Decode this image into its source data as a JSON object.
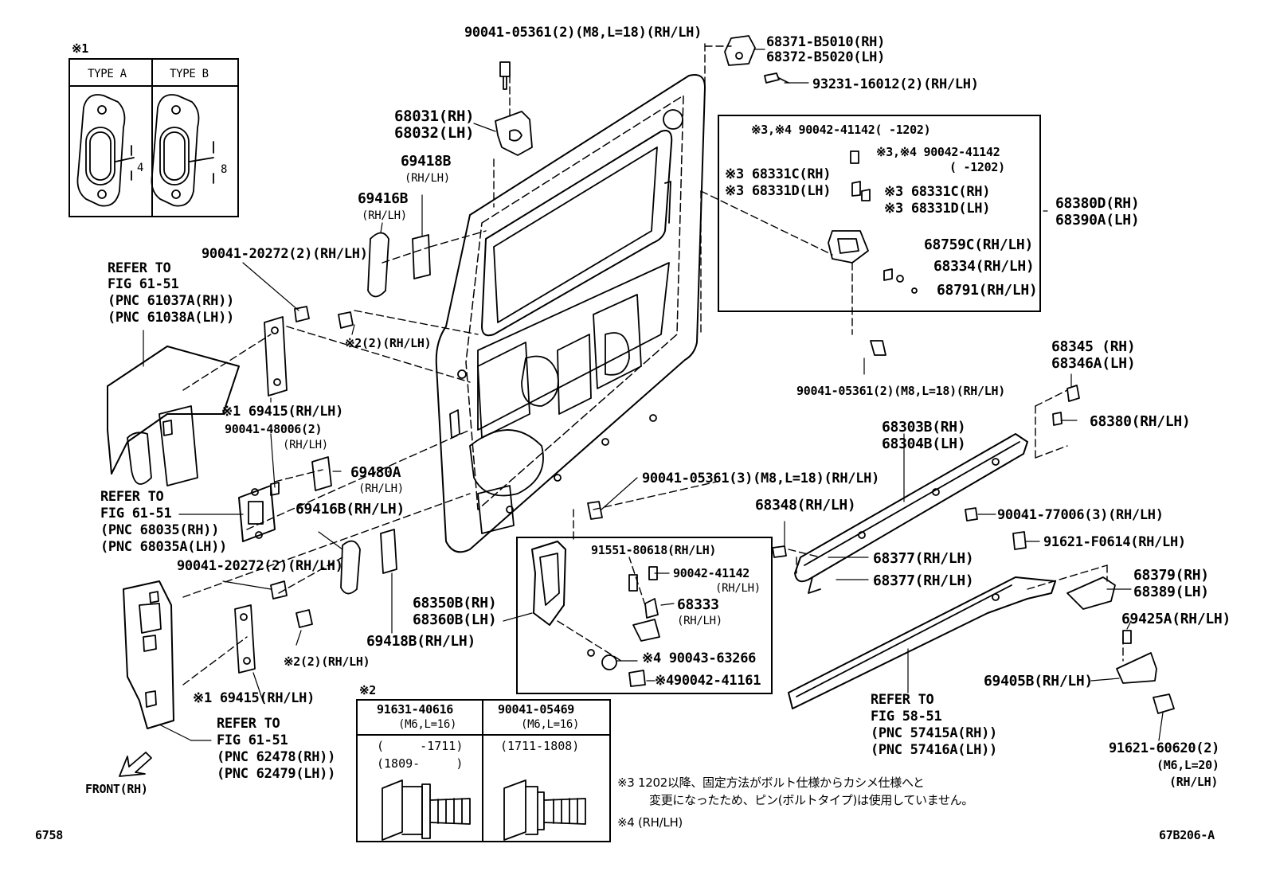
{
  "note1": {
    "mark": "※1",
    "type_a": "TYPE A",
    "type_b": "TYPE B",
    "dim_a": "4",
    "dim_b": "8"
  },
  "note2": {
    "mark": "※2",
    "col1_head1": "91631-40616",
    "col1_head2": "(M6,L=16)",
    "col1_row1": "(     -1711)",
    "col1_row2": "(1809-     )",
    "col2_head1": "90041-05469",
    "col2_head2": "(M6,L=16)",
    "col2_row1": "(1711-1808)"
  },
  "notes_text": {
    "n3_line1": "※3 1202以降、固定方法がボルト仕様からカシメ仕様へと",
    "n3_line2": "変更になったため、ピン(ボルトタイプ)は使用していません。",
    "n4": "※4 (RH/LH)"
  },
  "labels": [
    {
      "id": "l1",
      "text": "90041-05361(2)(M8,L=18)(RH/LH)"
    },
    {
      "id": "l2a",
      "text": "68371-B5010(RH)"
    },
    {
      "id": "l2b",
      "text": "68372-B5020(LH)"
    },
    {
      "id": "l3",
      "text": "93231-16012(2)(RH/LH)"
    },
    {
      "id": "l4a",
      "text": "68031(RH)"
    },
    {
      "id": "l4b",
      "text": "68032(LH)"
    },
    {
      "id": "l5a",
      "text": "69418B"
    },
    {
      "id": "l5b",
      "text": "(RH/LH)"
    },
    {
      "id": "l6a",
      "text": "69416B"
    },
    {
      "id": "l6b",
      "text": "(RH/LH)"
    },
    {
      "id": "l7",
      "text": "※3,※4 90042-41142(      -1202)"
    },
    {
      "id": "l8a",
      "text": "※3,※4 90042-41142"
    },
    {
      "id": "l8b",
      "text": "(      -1202)"
    },
    {
      "id": "l9a",
      "text": "※3 68331C(RH)"
    },
    {
      "id": "l9b",
      "text": "※3 68331D(LH)"
    },
    {
      "id": "l10a",
      "text": "※3 68331C(RH)"
    },
    {
      "id": "l10b",
      "text": "※3 68331D(LH)"
    },
    {
      "id": "l11a",
      "text": "68380D(RH)"
    },
    {
      "id": "l11b",
      "text": "68390A(LH)"
    },
    {
      "id": "l12",
      "text": "68759C(RH/LH)"
    },
    {
      "id": "l13",
      "text": "68334(RH/LH)"
    },
    {
      "id": "l14",
      "text": "68791(RH/LH)"
    },
    {
      "id": "l15",
      "text": "90041-20272(2)(RH/LH)"
    },
    {
      "id": "l16a",
      "text": "REFER TO"
    },
    {
      "id": "l16b",
      "text": "FIG 61-51"
    },
    {
      "id": "l16c",
      "text": "(PNC 61037A(RH))"
    },
    {
      "id": "l16d",
      "text": "(PNC 61038A(LH))"
    },
    {
      "id": "l17",
      "text": "※2(2)(RH/LH)"
    },
    {
      "id": "l18",
      "text": "90041-05361(2)(M8,L=18)(RH/LH)"
    },
    {
      "id": "l19a",
      "text": "68345 (RH)"
    },
    {
      "id": "l19b",
      "text": "68346A(LH)"
    },
    {
      "id": "l20",
      "text": "※1 69415(RH/LH)"
    },
    {
      "id": "l21a",
      "text": "90041-48006(2)"
    },
    {
      "id": "l21b",
      "text": "(RH/LH)"
    },
    {
      "id": "l22a",
      "text": "68303B(RH)"
    },
    {
      "id": "l22b",
      "text": "68304B(LH)"
    },
    {
      "id": "l23",
      "text": "68380(RH/LH)"
    },
    {
      "id": "l24a",
      "text": "69480A"
    },
    {
      "id": "l24b",
      "text": "(RH/LH)"
    },
    {
      "id": "l25",
      "text": "90041-05361(3)(M8,L=18)(RH/LH)"
    },
    {
      "id": "l26a",
      "text": "REFER TO"
    },
    {
      "id": "l26b",
      "text": "FIG 61-51"
    },
    {
      "id": "l26c",
      "text": "(PNC 68035(RH))"
    },
    {
      "id": "l26d",
      "text": "(PNC 68035A(LH))"
    },
    {
      "id": "l27",
      "text": "69416B(RH/LH)"
    },
    {
      "id": "l28",
      "text": "68348(RH/LH)"
    },
    {
      "id": "l29",
      "text": "90041-77006(3)(RH/LH)"
    },
    {
      "id": "l30",
      "text": "91551-80618(RH/LH)"
    },
    {
      "id": "l31",
      "text": "91621-F0614(RH/LH)"
    },
    {
      "id": "l32a",
      "text": "90042-41142"
    },
    {
      "id": "l32b",
      "text": "(RH/LH)"
    },
    {
      "id": "l33",
      "text": "68377(RH/LH)"
    },
    {
      "id": "l34",
      "text": "68377(RH/LH)"
    },
    {
      "id": "l35",
      "text": "90041-20272(2)(RH/LH)"
    },
    {
      "id": "l36a",
      "text": "68333"
    },
    {
      "id": "l36b",
      "text": "(RH/LH)"
    },
    {
      "id": "l37a",
      "text": "68379(RH)"
    },
    {
      "id": "l37b",
      "text": "68389(LH)"
    },
    {
      "id": "l38a",
      "text": "68350B(RH)"
    },
    {
      "id": "l38b",
      "text": "68360B(LH)"
    },
    {
      "id": "l39",
      "text": "69418B(RH/LH)"
    },
    {
      "id": "l40",
      "text": "69425A(RH/LH)"
    },
    {
      "id": "l41",
      "text": "※2(2)(RH/LH)"
    },
    {
      "id": "l42",
      "text": "※4 90043-63266"
    },
    {
      "id": "l43",
      "text": "※490042-41161"
    },
    {
      "id": "l44",
      "text": "69405B(RH/LH)"
    },
    {
      "id": "l45",
      "text": "※1 69415(RH/LH)"
    },
    {
      "id": "l46a",
      "text": "REFER TO"
    },
    {
      "id": "l46b",
      "text": "FIG 58-51"
    },
    {
      "id": "l46c",
      "text": "(PNC 57415A(RH))"
    },
    {
      "id": "l46d",
      "text": "(PNC 57416A(LH))"
    },
    {
      "id": "l47a",
      "text": "REFER TO"
    },
    {
      "id": "l47b",
      "text": "FIG 61-51"
    },
    {
      "id": "l47c",
      "text": "(PNC 62478(RH))"
    },
    {
      "id": "l47d",
      "text": "(PNC 62479(LH))"
    },
    {
      "id": "l48a",
      "text": "91621-60620(2)"
    },
    {
      "id": "l48b",
      "text": "(M6,L=20)"
    },
    {
      "id": "l48c",
      "text": "(RH/LH)"
    },
    {
      "id": "l49",
      "text": "FRONT(RH)"
    },
    {
      "id": "l50",
      "text": "6758"
    },
    {
      "id": "l51",
      "text": "67B206-A"
    }
  ]
}
